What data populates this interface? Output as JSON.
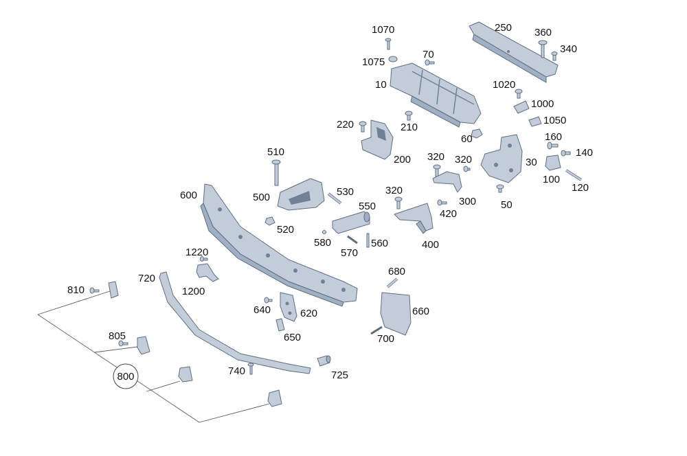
{
  "callouts": {
    "c1070": "1070",
    "c250": "250",
    "c360": "360",
    "c340": "340",
    "c70": "70",
    "c1075": "1075",
    "c10": "10",
    "c1020": "1020",
    "c1000": "1000",
    "c1050": "1050",
    "c220": "220",
    "c210": "210",
    "c60": "60",
    "c160": "160",
    "c140": "140",
    "c510": "510",
    "c320a": "320",
    "c320b": "320",
    "c30": "30",
    "c200": "200",
    "c100": "100",
    "c120": "120",
    "c600": "600",
    "c500": "500",
    "c530": "530",
    "c320c": "320",
    "c300": "300",
    "c550": "550",
    "c50": "50",
    "c420": "420",
    "c520": "520",
    "c580": "580",
    "c560": "560",
    "c400": "400",
    "c570": "570",
    "c1220": "1220",
    "c680": "680",
    "c720": "720",
    "c810": "810",
    "c1200": "1200",
    "c640": "640",
    "c620": "620",
    "c660": "660",
    "c650": "650",
    "c700": "700",
    "c805": "805",
    "c800": "800",
    "c740": "740",
    "c725": "725"
  },
  "colors": {
    "part_fill": "#c3cdda",
    "part_stroke": "#5d6d80",
    "leader": "#5a5a5a"
  }
}
